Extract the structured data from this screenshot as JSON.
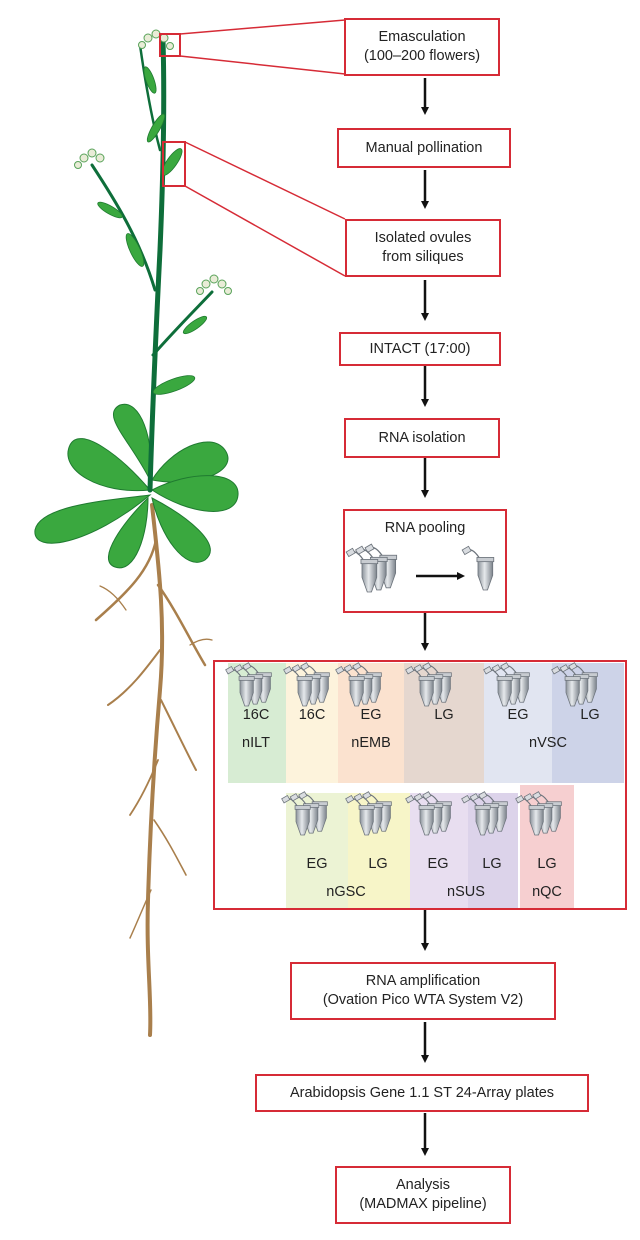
{
  "steps": {
    "emasculation": {
      "line1": "Emasculation",
      "line2": "(100–200 flowers)"
    },
    "pollination": {
      "line1": "Manual pollination"
    },
    "isolated_ovules": {
      "line1": "Isolated ovules",
      "line2": "from siliques"
    },
    "intact": {
      "line1": "INTACT (17:00)"
    },
    "rna_isolation": {
      "line1": "RNA isolation"
    },
    "rna_pooling": {
      "line1": "RNA pooling"
    },
    "rna_amplification": {
      "line1": "RNA amplification",
      "line2": "(Ovation Pico WTA System V2)"
    },
    "array": {
      "line1": "Arabidopsis Gene 1.1 ST 24-Array plates"
    },
    "analysis": {
      "line1": "Analysis",
      "line2": "(MADMAX pipeline)"
    }
  },
  "samples": {
    "row1": {
      "stages": [
        "16C",
        "16C",
        "EG",
        "LG",
        "EG",
        "LG"
      ],
      "groups": [
        "nILT",
        "nEMB",
        "nVSC"
      ]
    },
    "row2": {
      "stages": [
        "EG",
        "LG",
        "EG",
        "LG",
        "LG"
      ],
      "groups": [
        "nGSC",
        "nSUS",
        "nQC"
      ]
    }
  },
  "colors": {
    "box_border": "#d62b36",
    "stem": "#0e6e3a",
    "leaf": "#3aa83f",
    "root": "#a97f4c",
    "nILT": "#d7ecd3",
    "nEMB_16C": "#fdf3dc",
    "nEMB_EG": "#fbe2cf",
    "nEMB_LG": "#e5d7cf",
    "nVSC_EG": "#e1e5f1",
    "nVSC_LG": "#cdd3e8",
    "nGSC_EG": "#ecf3d4",
    "nGSC_LG": "#f7f5c8",
    "nSUS_EG": "#e8def0",
    "nSUS_LG": "#dcd3ea",
    "nQC": "#f6cfd0"
  }
}
